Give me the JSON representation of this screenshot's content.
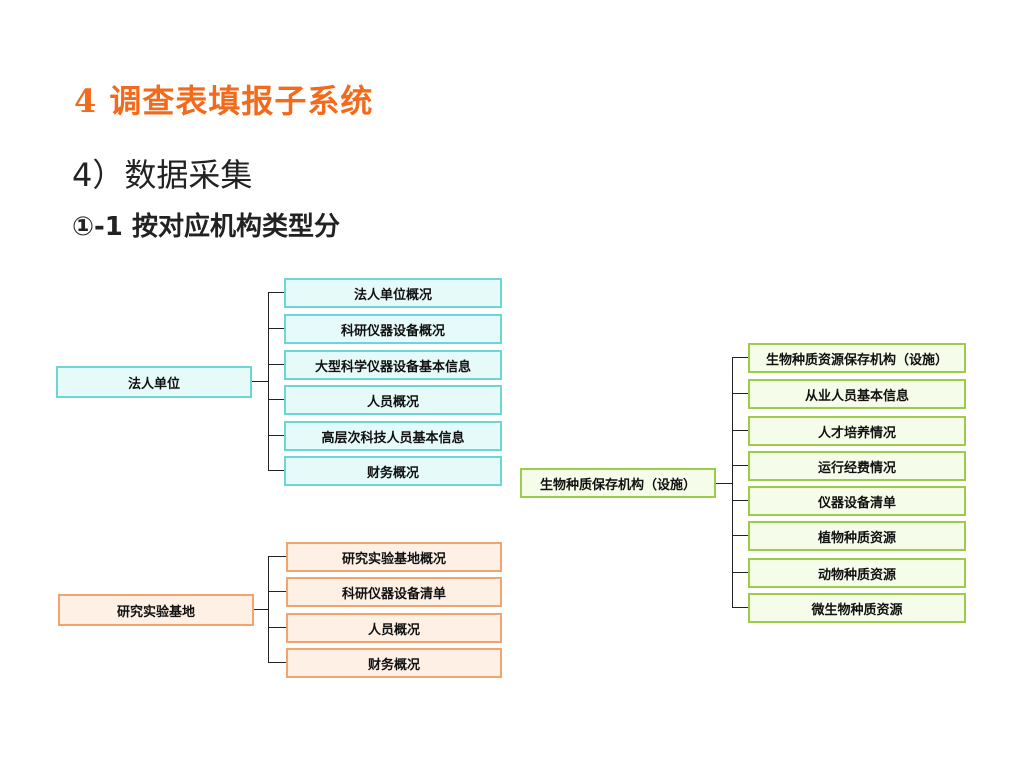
{
  "header": {
    "title": "4 调查表填报子系统",
    "subtitle": "4）数据采集",
    "section": "①-1 按对应机构类型分"
  },
  "diagram": {
    "group_faren": {
      "root": "法人单位",
      "children": [
        "法人单位概况",
        "科研仪器设备概况",
        "大型科学仪器设备基本信息",
        "人员概况",
        "高层次科技人员基本信息",
        "财务概况"
      ]
    },
    "group_jidi": {
      "root": "研究实验基地",
      "children": [
        "研究实验基地概况",
        "科研仪器设备清单",
        "人员概况",
        "财务概况"
      ]
    },
    "group_shengwu": {
      "root": "生物种质保存机构（设施）",
      "children": [
        "生物种质资源保存机构（设施）",
        "从业人员基本信息",
        "人才培养情况",
        "运行经费情况",
        "仪器设备清单",
        "植物种质资源",
        "动物种质资源",
        "微生物种质资源"
      ]
    },
    "colors": {
      "cyan_border": "#6ad6d6",
      "peach_border": "#f2a46e",
      "green_border": "#9ccc48",
      "title": "#f26a1b"
    }
  }
}
